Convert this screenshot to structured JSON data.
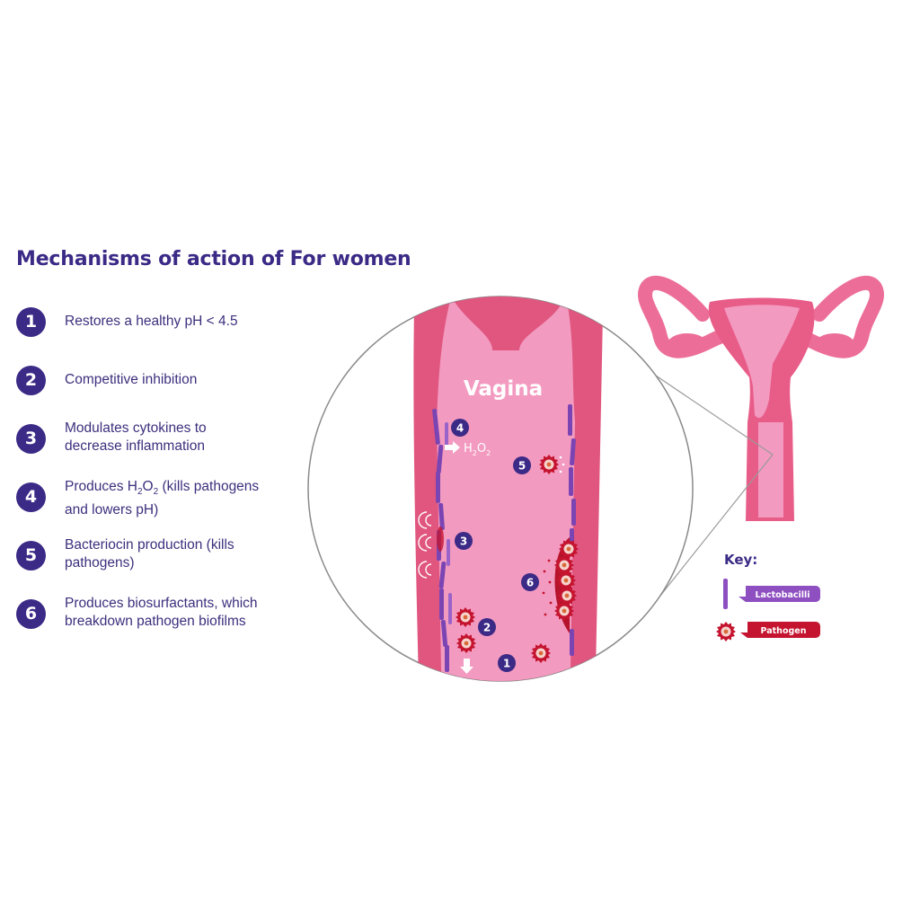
{
  "title": "Mechanisms of action of For women",
  "mechanisms": [
    {
      "num": "1",
      "text": "Restores a healthy pH < 4.5"
    },
    {
      "num": "2",
      "text": "Competitive inhibition"
    },
    {
      "num": "3",
      "line1": "Modulates cytokines to",
      "line2": "decrease inflammation"
    },
    {
      "num": "4",
      "pre": "Produces H",
      "sub1": "2",
      "mid": "O",
      "sub2": "2",
      "post": " (kills pathogens",
      "line2": "and lowers pH)"
    },
    {
      "num": "5",
      "line1": "Bacteriocin production (kills",
      "line2": "pathogens)"
    },
    {
      "num": "6",
      "line1": "Produces biosurfactants, which",
      "line2": "breakdown pathogen biofilms"
    }
  ],
  "diagram": {
    "vagina_label": "Vagina",
    "h2o2": {
      "h": "H",
      "two1": "2",
      "o": "O",
      "two2": "2"
    },
    "markers": [
      "4",
      "5",
      "3",
      "6",
      "2",
      "1"
    ]
  },
  "key": {
    "title": "Key:",
    "lactobacilli": "Lactobacilli",
    "pathogen": "Pathogen"
  },
  "colors": {
    "purple": "#3b2a86",
    "lacto": "#8e4fc0",
    "pink_dark": "#e0567f",
    "pink_light": "#f39ac0",
    "pathogen_red": "#c4142f"
  }
}
